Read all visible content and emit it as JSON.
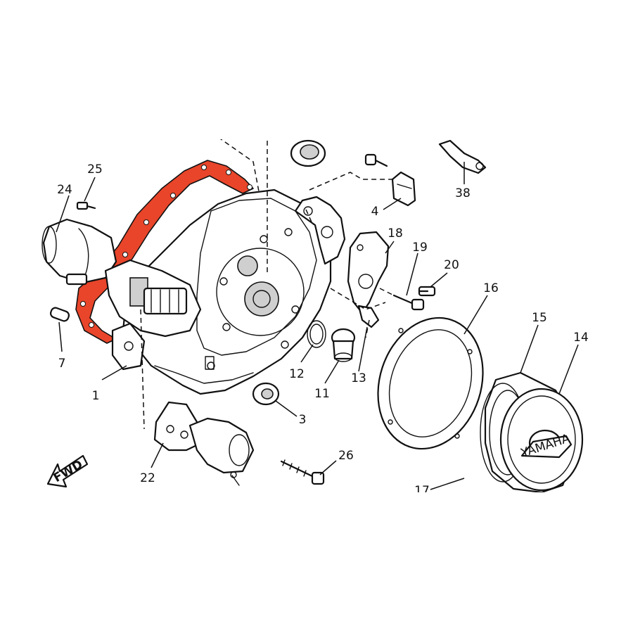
{
  "accent_color": "#e8452a",
  "part_numbers": [
    "25",
    "24",
    "7",
    "1",
    "22",
    "12",
    "11",
    "13",
    "3",
    "26",
    "18",
    "19",
    "20",
    "16",
    "15",
    "14",
    "4",
    "38",
    "17"
  ],
  "fwd_label": "FWD",
  "cover_badge": "YAMAHA"
}
